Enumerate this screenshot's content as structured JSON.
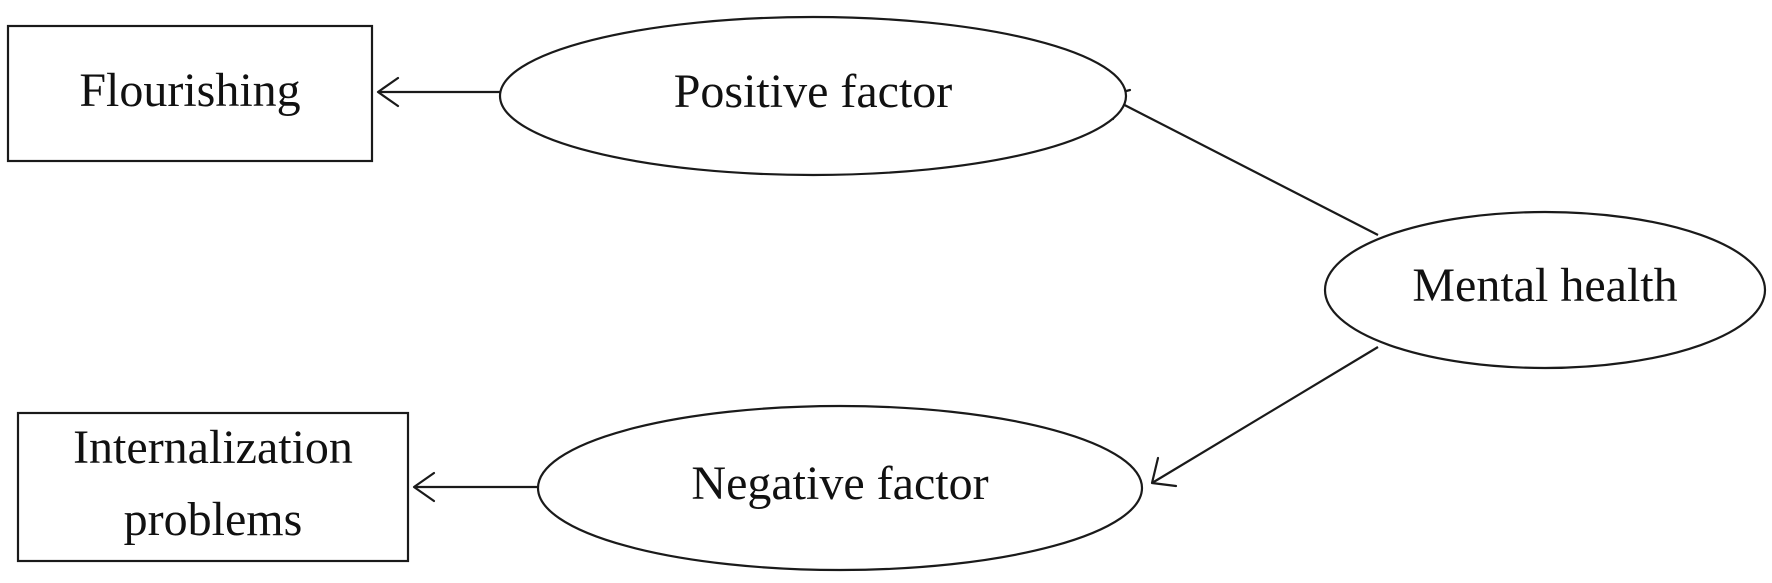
{
  "nodes": {
    "flourishing": {
      "label": "Flourishing",
      "shape": "rectangle"
    },
    "positive_factor": {
      "label": "Positive factor",
      "shape": "ellipse"
    },
    "mental_health": {
      "label": "Mental health",
      "shape": "ellipse"
    },
    "negative_factor": {
      "label": "Negative factor",
      "shape": "ellipse"
    },
    "internalization_problems": {
      "lines": [
        "Internalization",
        "problems"
      ],
      "shape": "rectangle"
    }
  },
  "edges": [
    {
      "from": "mental_health",
      "to": "positive_factor"
    },
    {
      "from": "mental_health",
      "to": "negative_factor"
    },
    {
      "from": "positive_factor",
      "to": "flourishing"
    },
    {
      "from": "negative_factor",
      "to": "internalization_problems"
    }
  ],
  "style": {
    "stroke_color": "#1a1a1a",
    "fill_color": "#ffffff",
    "text_color": "#111111"
  }
}
